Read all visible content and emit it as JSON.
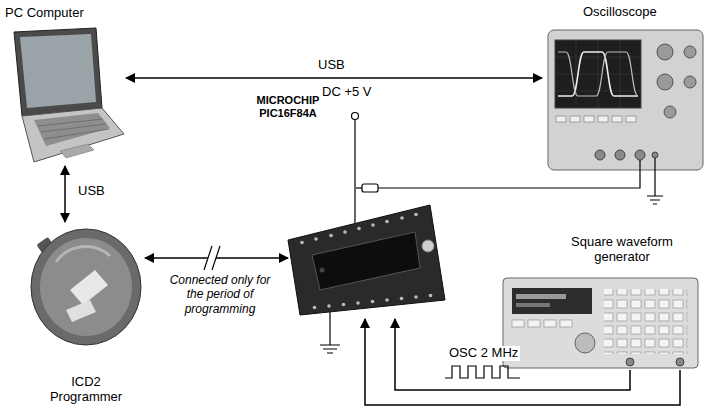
{
  "diagram": {
    "nodes": [
      {
        "text": [
          "PC Computer"
        ]
      },
      {
        "text": [
          "Oscilloscope"
        ]
      },
      {
        "text": [
          "ICD2 Programmer"
        ]
      },
      {
        "text": [
          "MICROCHIP PIC16F84A"
        ]
      },
      {
        "text": [
          "Square waveform generator"
        ]
      }
    ],
    "edges": [
      {
        "from": 0,
        "to": 1,
        "arrow": "both",
        "label": "USB"
      },
      {
        "from": 0,
        "to": 2,
        "arrow": "both",
        "label": "USB"
      },
      {
        "from": 2,
        "to": 3,
        "arrow": "both"
      },
      {
        "from": 4,
        "to": 3,
        "arrow": "to",
        "label": "OSC 2 MHz"
      },
      {
        "from": 4,
        "to": 3,
        "arrow": "to"
      }
    ],
    "labels": [
      "DC +5 V",
      "Connected only for the period of programming"
    ]
  }
}
